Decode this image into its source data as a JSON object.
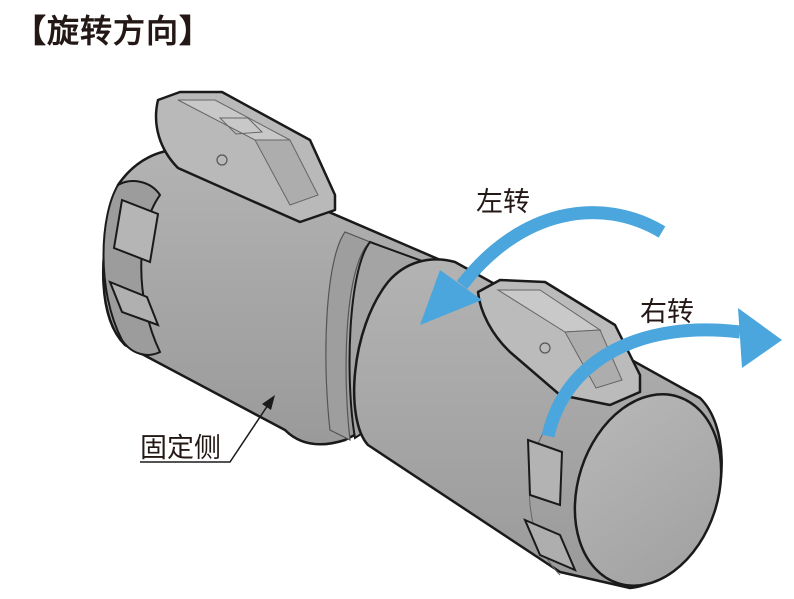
{
  "title": "【旋转方向】",
  "labels": {
    "left_turn": "左转",
    "right_turn": "右转",
    "fixed_side": "固定侧"
  },
  "colors": {
    "body_gray": "#a9a9a9",
    "body_dark": "#909090",
    "body_light": "#c2c2c2",
    "outline": "#1a1a1a",
    "arrow_blue": "#4aa6dc"
  }
}
